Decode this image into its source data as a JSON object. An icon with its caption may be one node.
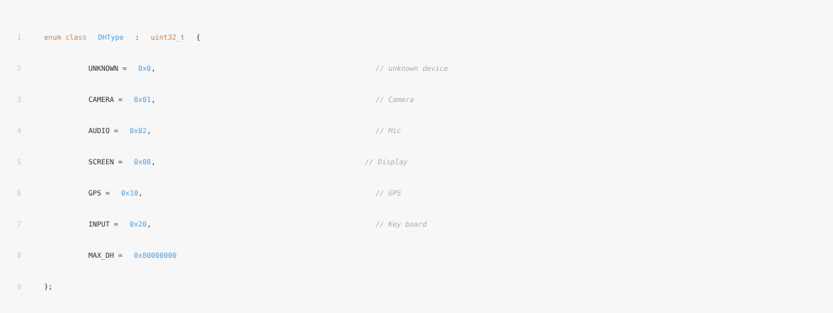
{
  "diagram": {
    "labels": [
      "1",
      "enum class",
      "DHType",
      ":",
      "uint32_t",
      "{",
      "2",
      "UNKNOWN =",
      "0x0",
      ",",
      "// unknown device",
      "3",
      "CAMERA =",
      "0x01",
      ",",
      "// Camera",
      "4",
      "AUDIO =",
      "0x02",
      ",",
      "// Mic",
      "5",
      "SCREEN =",
      "0x08",
      ",",
      "// Display",
      "6",
      "GPS =",
      "0x10",
      ",",
      "// GPS",
      "7",
      "INPUT =",
      "0x20",
      ",",
      "// Key board",
      "8",
      "MAX_DH =",
      "0x80000000",
      "9",
      "};"
    ]
  }
}
